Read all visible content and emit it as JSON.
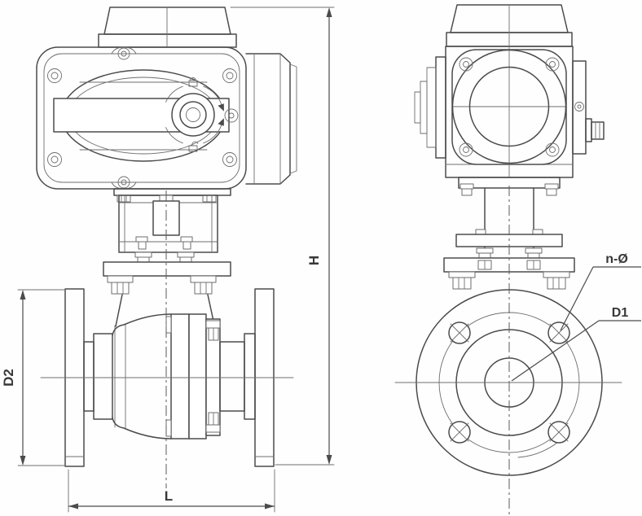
{
  "dimension_labels": {
    "overall_height": "H",
    "flange_outer_diameter": "D2",
    "face_to_face_length": "L",
    "bolt_hole_callout": "n-Ø",
    "bolt_circle_diameter": "D1"
  },
  "icons": [
    "lock-closed-icon",
    "lock-open-icon",
    "rotation-arrow-icon",
    "bolt-hole-cross-icon"
  ],
  "colors": {
    "line": "#4b4b4b",
    "thin_line": "#6e6e6e",
    "centerline": "#5a5a5a",
    "label_text": "#383838",
    "background": "#ffffff"
  }
}
